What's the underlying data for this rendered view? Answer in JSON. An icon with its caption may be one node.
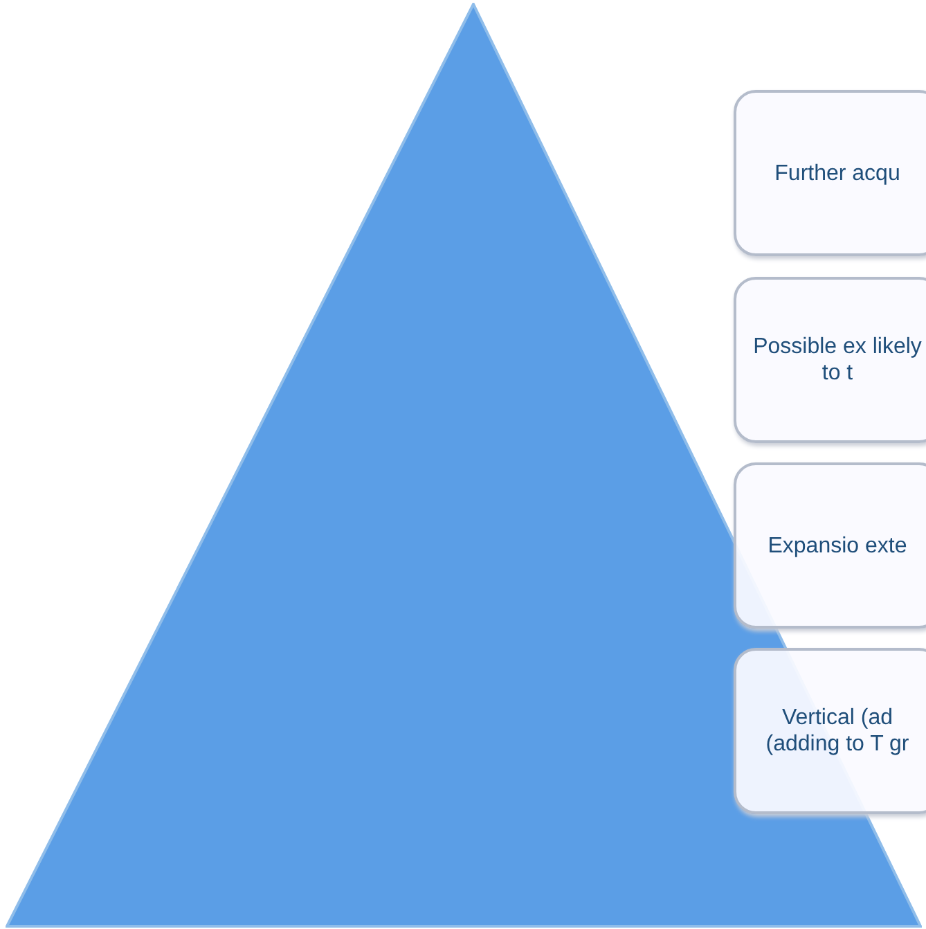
{
  "diagram": {
    "nodes": [
      {
        "text": [],
        "shape": "triangle"
      },
      {
        "text": [
          "Further acqu"
        ]
      },
      {
        "text": [
          "Possible ex likely to t"
        ]
      },
      {
        "text": [
          "Expansio exte"
        ]
      },
      {
        "text": [
          "Vertical (ad (adding to T gr"
        ]
      }
    ]
  }
}
